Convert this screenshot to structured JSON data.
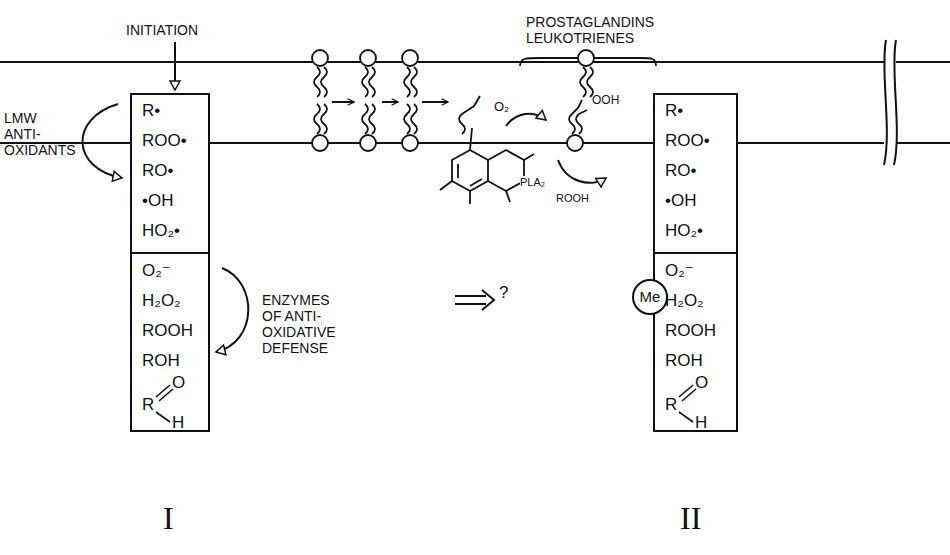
{
  "diagram": {
    "nodes": [
      {
        "text": [
          "R•",
          "ROO•",
          "RO•",
          "•OH",
          "HO₂•",
          "O₂⁻",
          "H₂O₂",
          "ROOH",
          "ROH",
          "R",
          "O",
          "H"
        ]
      },
      {
        "text": [
          "R•",
          "ROO•",
          "RO•",
          "•OH",
          "HO₂•",
          "O₂⁻",
          "H₂O₂",
          "ROOH",
          "ROH",
          "R",
          "O",
          "H"
        ]
      },
      {
        "text": [
          "Me"
        ]
      }
    ],
    "labels": [
      "INITIATION",
      "LMW ANTI- OXIDANTS",
      "ENZYMES OF ANTI- OXIDATIVE DEFENSE",
      "PROSTAGLANDINS LEUKOTRIENES",
      "O₂",
      "OOH",
      "PLA₂",
      "ROOH",
      "?",
      "I",
      "II"
    ]
  }
}
